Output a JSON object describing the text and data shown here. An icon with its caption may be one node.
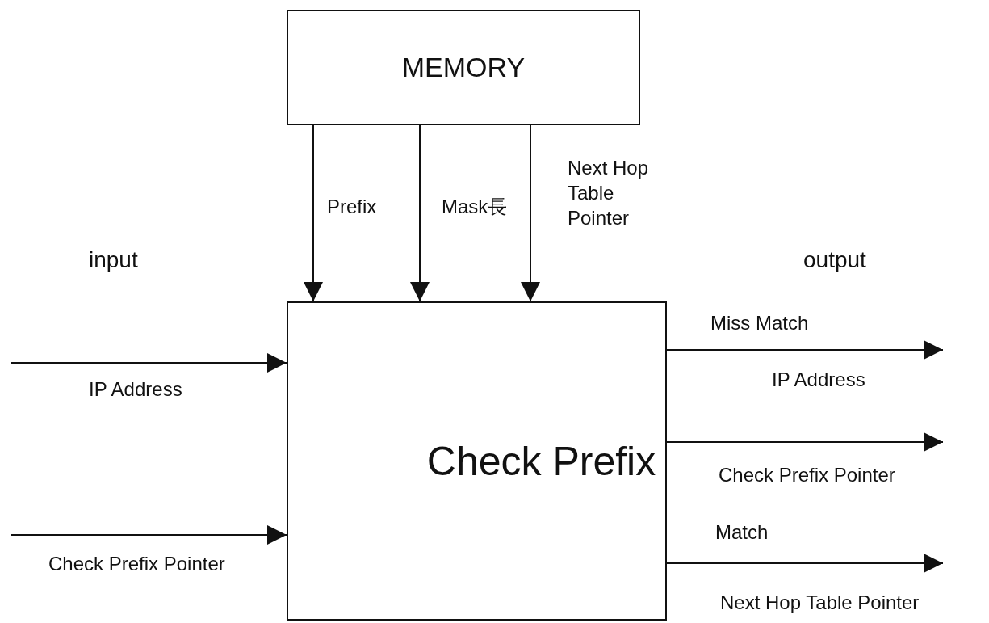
{
  "diagram": {
    "nodes": [
      {
        "text": [
          "MEMORY"
        ]
      },
      {
        "text": [
          "Check Prefix"
        ]
      }
    ],
    "edges": [
      {
        "from": 0,
        "to": 1,
        "arrow": "to",
        "label": "Prefix"
      },
      {
        "from": 0,
        "to": 1,
        "arrow": "to",
        "label": "Mask長"
      },
      {
        "from": 0,
        "to": 1,
        "arrow": "to",
        "label": "Next Hop Table Pointer"
      },
      {
        "from": null,
        "to": 1,
        "arrow": "to",
        "label": "IP Address"
      },
      {
        "from": null,
        "to": 1,
        "arrow": "to",
        "label": "Check Prefix Pointer"
      },
      {
        "from": 1,
        "to": null,
        "arrow": "to",
        "label": "IP Address"
      },
      {
        "from": 1,
        "to": null,
        "arrow": "to",
        "label": "Check Prefix Pointer"
      },
      {
        "from": 1,
        "to": null,
        "arrow": "to",
        "label": "Next Hop Table Pointer"
      }
    ],
    "labels": [
      "input",
      "output",
      "Miss Match",
      "Match"
    ]
  }
}
